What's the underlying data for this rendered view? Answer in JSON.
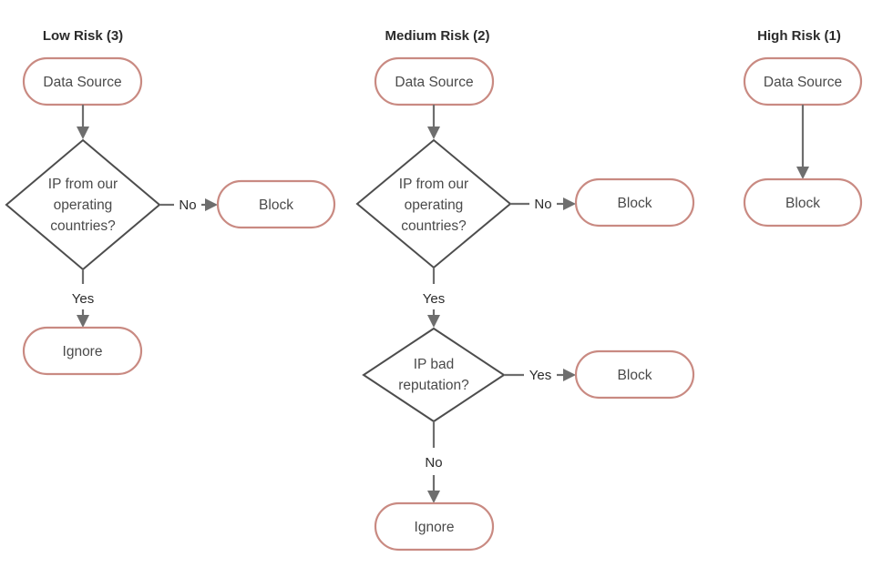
{
  "columns": {
    "low": {
      "title": "Low Risk (3)",
      "source": "Data Source",
      "question_lines": [
        "IP from our",
        "operating",
        "countries?"
      ],
      "no_label": "No",
      "no_result": "Block",
      "yes_label": "Yes",
      "yes_result": "Ignore"
    },
    "medium": {
      "title": "Medium Risk (2)",
      "source": "Data Source",
      "question_lines": [
        "IP from our",
        "operating",
        "countries?"
      ],
      "no_label": "No",
      "no_result": "Block",
      "yes_label": "Yes",
      "question2_lines": [
        "IP bad",
        "reputation?"
      ],
      "yes2_label": "Yes",
      "yes2_result": "Block",
      "no2_label": "No",
      "no2_result": "Ignore"
    },
    "high": {
      "title": "High Risk (1)",
      "source": "Data Source",
      "result": "Block"
    }
  },
  "colors": {
    "terminal_border": "#c98a82",
    "decision_border": "#4d4d4d",
    "arrow": "#6e6e6e",
    "text": "#4a4a4a"
  }
}
